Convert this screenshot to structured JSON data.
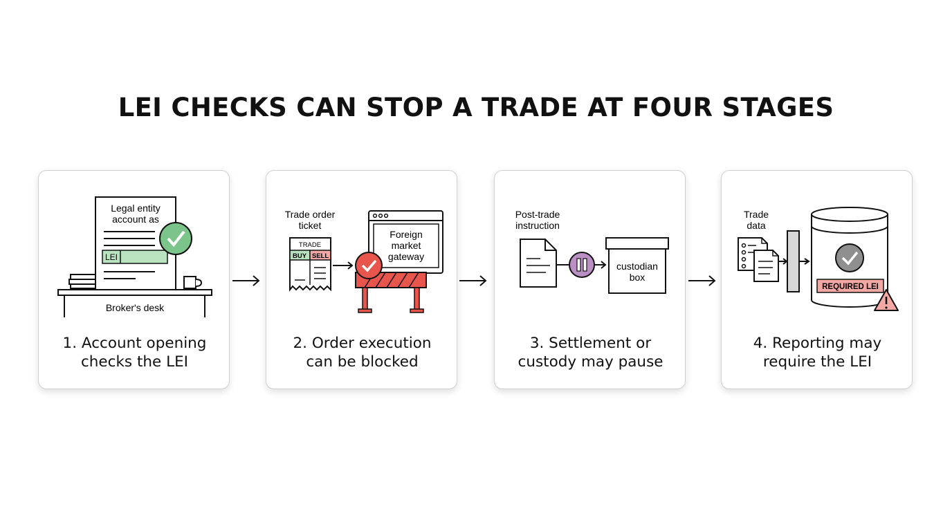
{
  "title": "LEI CHECKS CAN STOP A TRADE AT FOUR STAGES",
  "stages": [
    {
      "caption_line1": "1. Account opening",
      "caption_line2": "checks the LEI",
      "doc_line1": "Legal entity",
      "doc_line2": "account as",
      "lei_tag": "LEI",
      "desk_label": "Broker's desk"
    },
    {
      "caption_line1": "2. Order execution",
      "caption_line2": "can be blocked",
      "ticket_label_line1": "Trade order",
      "ticket_label_line2": "ticket",
      "ticket_header": "TRADE",
      "buy_label": "BUY",
      "sell_label": "SELL",
      "gateway_line1": "Foreign",
      "gateway_line2": "market",
      "gateway_line3": "gateway"
    },
    {
      "caption_line1": "3. Settlement or",
      "caption_line2": "custody may pause",
      "instruction_line1": "Post-trade",
      "instruction_line2": "instruction",
      "box_line1": "custodian",
      "box_line2": "box"
    },
    {
      "caption_line1": "4. Reporting may",
      "caption_line2": "require the LEI",
      "data_line1": "Trade",
      "data_line2": "data",
      "required_label": "REQUIRED LEI"
    }
  ],
  "colors": {
    "green": "#7cc58a",
    "green_light": "#b9e2bf",
    "red": "#e8554d",
    "red_light": "#f4a8a3",
    "purple": "#b98fc4",
    "gray": "#d7d7d7"
  }
}
